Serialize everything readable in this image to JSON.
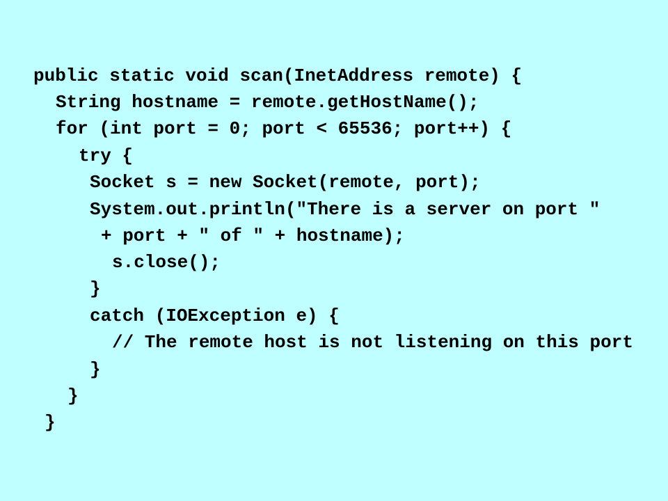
{
  "slide": {
    "background_color": "#c0ffff",
    "text_color": "#000000",
    "code_lines": [
      "public static void scan(InetAddress remote) {",
      "String hostname = remote.getHostName();",
      "for (int port = 0; port < 65536; port++) {",
      "try {",
      "Socket s = new Socket(remote, port);",
      "System.out.println(\"There is a server on port \"",
      "+ port + \" of \" + hostname);",
      "s.close();",
      "}",
      "catch (IOException e) {",
      "// The remote host is not listening on this port",
      "}",
      "}",
      "}"
    ]
  }
}
